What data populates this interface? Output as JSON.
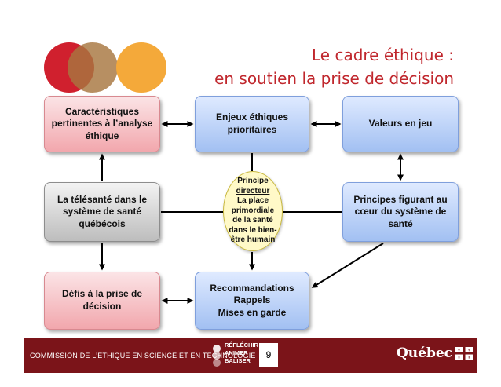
{
  "title": {
    "line1": "Le cadre éthique :",
    "line2": "en soutien la prise de décision"
  },
  "boxes": {
    "caracteristiques": "Caractéristiques pertinentes à l’analyse éthique",
    "enjeux": "Enjeux éthiques prioritaires",
    "valeurs": "Valeurs en jeu",
    "telesante": "La télésanté dans le système de santé québécois",
    "principes": "Principes figurant au cœur du système de santé",
    "defis": "Défis à la prise de décision",
    "recommandations": [
      "Recommandations",
      "Rappels",
      "Mises en garde"
    ]
  },
  "center": {
    "heading": "Principe directeur",
    "body": [
      "La place",
      "primordiale",
      "de la santé",
      "dans le bien-",
      "être humain"
    ]
  },
  "footer": {
    "organization": "COMMISSION DE L’ÉTHIQUE EN SCIENCE ET EN TECHNOLOGIE",
    "slogan": [
      "RÉFLÉCHIR",
      "ANIMER",
      "BALISER"
    ],
    "page_number": "9",
    "brand": "Québec"
  },
  "colors": {
    "title": "#c0272d",
    "footer_bg": "#7b1419",
    "circle_red": "#d0202e",
    "circle_brown": "#a77640",
    "circle_orange": "#f4a93a",
    "box_pink": "#f2a7ad",
    "box_blue": "#a2c0f2",
    "box_grey": "#bdbdbd",
    "center_yellow": "#fff9c8"
  }
}
